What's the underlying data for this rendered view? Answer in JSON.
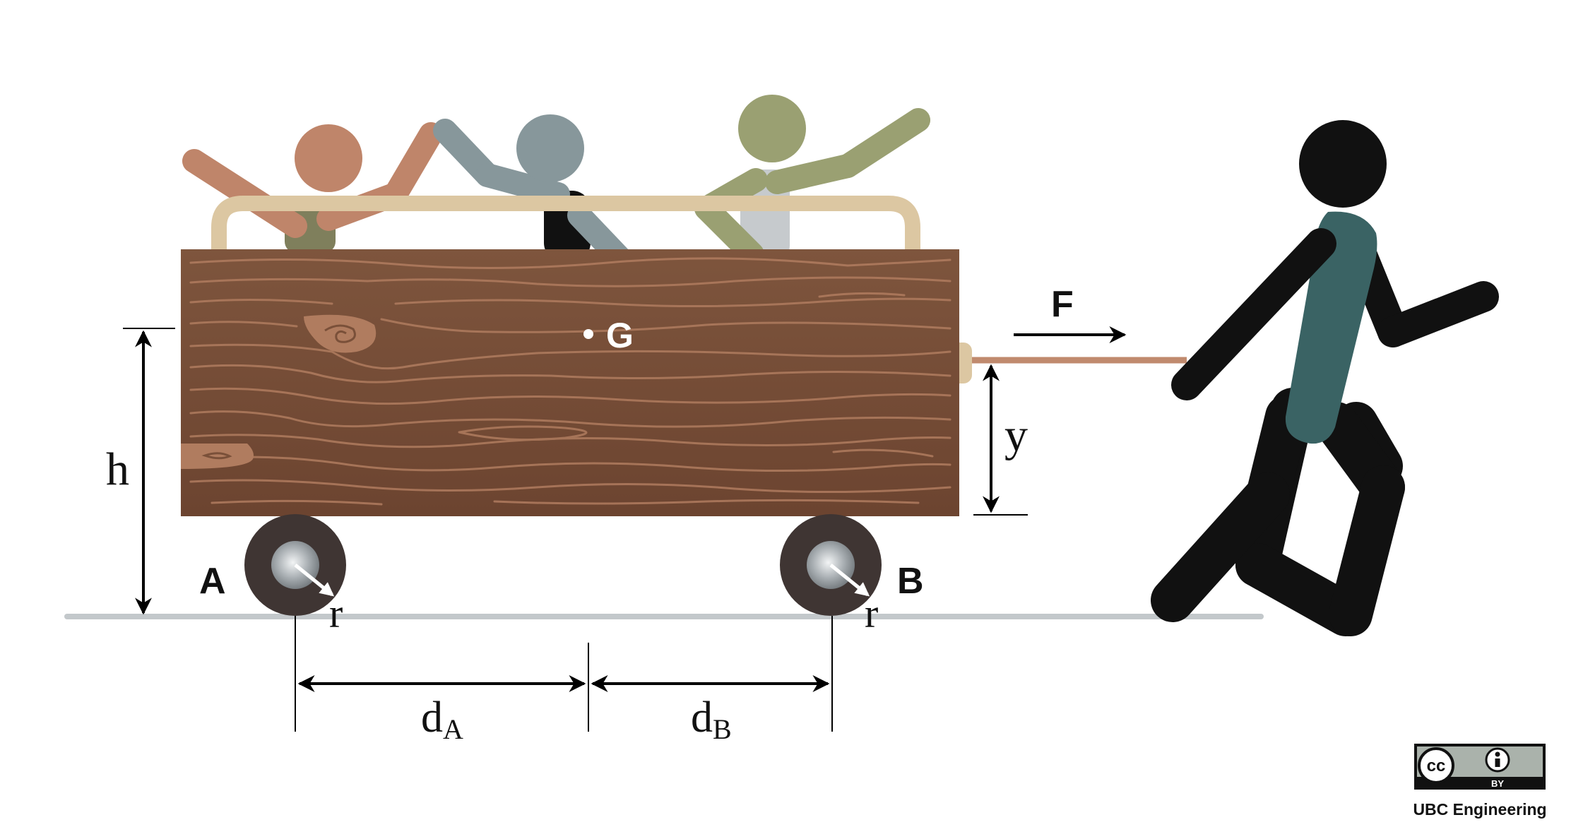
{
  "labels": {
    "force": "F",
    "center_of_mass": "G",
    "height": "h",
    "rope_height": "y",
    "wheel_a": "A",
    "wheel_b": "B",
    "radius_a": "r",
    "radius_b": "r",
    "dist_a_main": "d",
    "dist_a_sub": "A",
    "dist_b_main": "d",
    "dist_b_sub": "B"
  },
  "license": {
    "cc": "cc",
    "by": "BY",
    "credit": "UBC Engineering"
  },
  "colors": {
    "wood": "#7a5039",
    "wood_grain": "#b07c5f",
    "rail": "#dcc7a2",
    "wheel": "#3f3533",
    "hub": "#9ea4a8",
    "ground": "#c3c8cb",
    "rope": "#c08a6e",
    "person_left": "#bf856a",
    "person_middle": "#87979b",
    "person_right": "#9aa072",
    "shirt_left": "#7f7f5c",
    "walker_shirt": "#3a6364"
  }
}
